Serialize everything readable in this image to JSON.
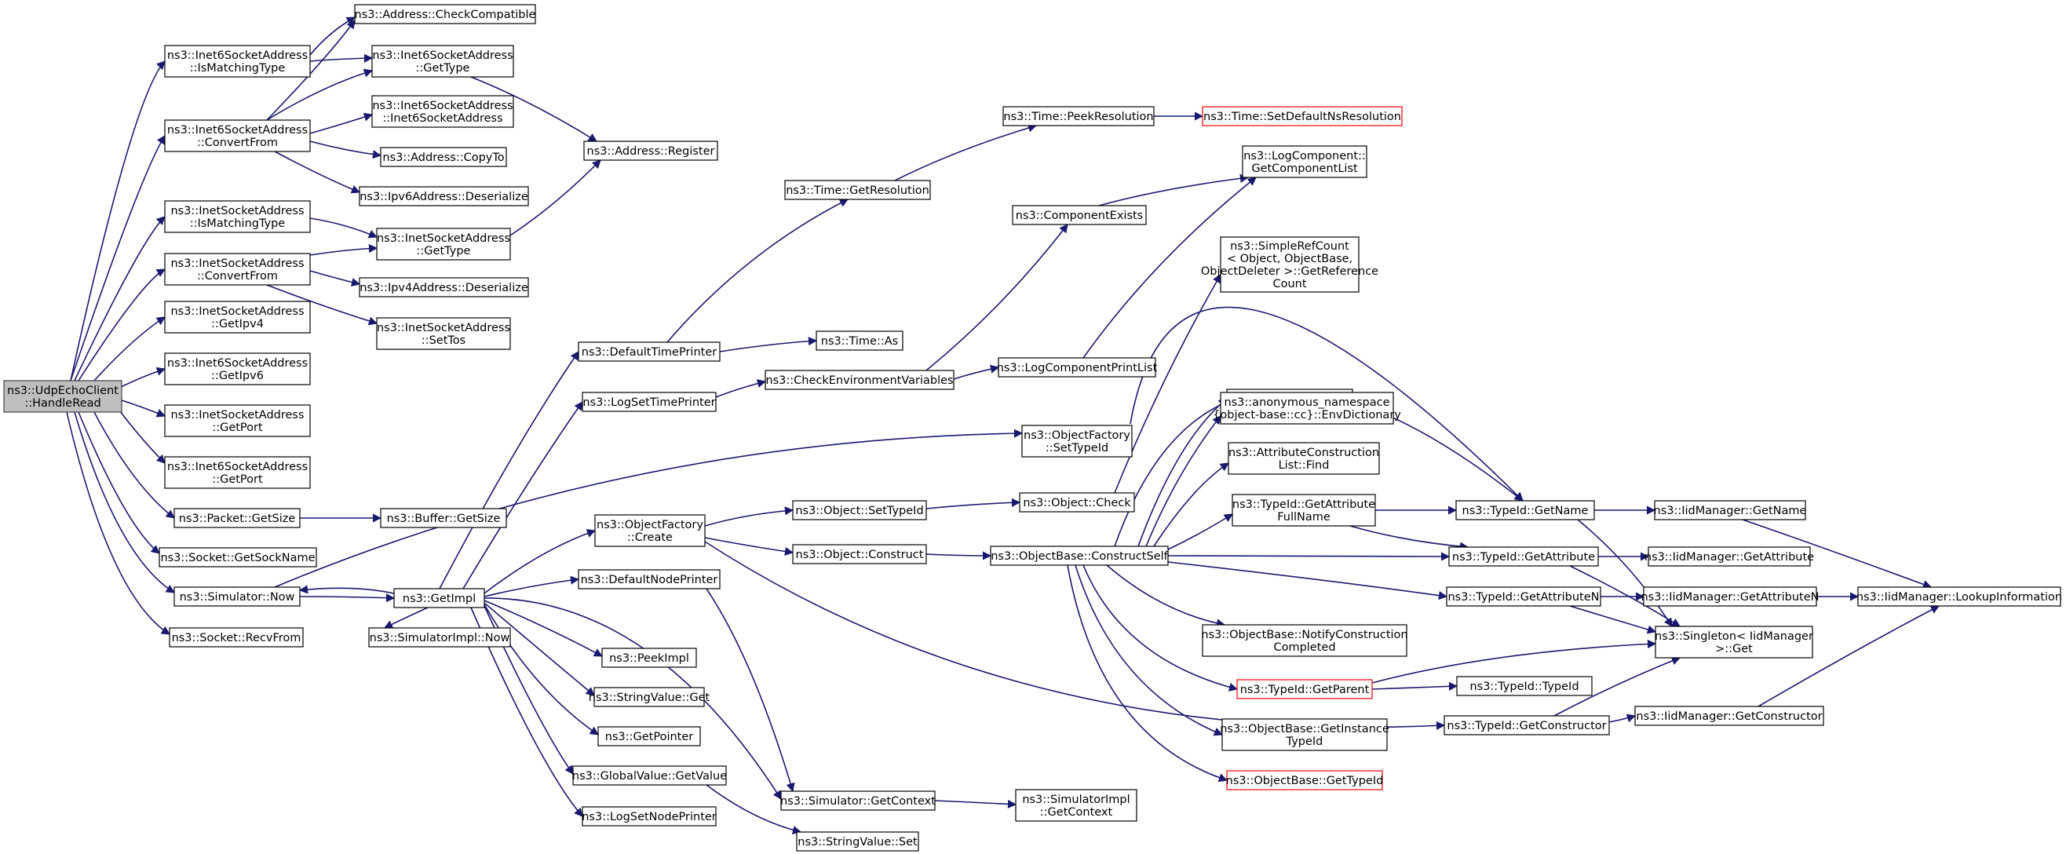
{
  "graph": {
    "title": "",
    "colors": {
      "edge": "#191970",
      "root_fill": "#bfbfbf",
      "truncated_border": "#ff0000"
    },
    "nodes": [
      {
        "id": "root",
        "lines": [
          "ns3::UdpEchoClient",
          "::HandleRead"
        ],
        "style": "root"
      },
      {
        "id": "chkcompat",
        "lines": [
          "ns3::Address::CheckCompatible"
        ]
      },
      {
        "id": "i6ismatch",
        "lines": [
          "ns3::Inet6SocketAddress",
          "::IsMatchingType"
        ]
      },
      {
        "id": "i6gettype",
        "lines": [
          "ns3::Inet6SocketAddress",
          "::GetType"
        ]
      },
      {
        "id": "i6ctor",
        "lines": [
          "ns3::Inet6SocketAddress",
          "::Inet6SocketAddress"
        ]
      },
      {
        "id": "i6convert",
        "lines": [
          "ns3::Inet6SocketAddress",
          "::ConvertFrom"
        ]
      },
      {
        "id": "addrcopyto",
        "lines": [
          "ns3::Address::CopyTo"
        ]
      },
      {
        "id": "addrreg",
        "lines": [
          "ns3::Address::Register"
        ]
      },
      {
        "id": "ipv6deser",
        "lines": [
          "ns3::Ipv6Address::Deserialize"
        ]
      },
      {
        "id": "i4ismatch",
        "lines": [
          "ns3::InetSocketAddress",
          "::IsMatchingType"
        ]
      },
      {
        "id": "i4gettype",
        "lines": [
          "ns3::InetSocketAddress",
          "::GetType"
        ]
      },
      {
        "id": "i4convert",
        "lines": [
          "ns3::InetSocketAddress",
          "::ConvertFrom"
        ]
      },
      {
        "id": "ipv4deser",
        "lines": [
          "ns3::Ipv4Address::Deserialize"
        ]
      },
      {
        "id": "i4getipv4",
        "lines": [
          "ns3::InetSocketAddress",
          "::GetIpv4"
        ]
      },
      {
        "id": "i4settos",
        "lines": [
          "ns3::InetSocketAddress",
          "::SetTos"
        ]
      },
      {
        "id": "i6getipv6",
        "lines": [
          "ns3::Inet6SocketAddress",
          "::GetIpv6"
        ]
      },
      {
        "id": "i4getport",
        "lines": [
          "ns3::InetSocketAddress",
          "::GetPort"
        ]
      },
      {
        "id": "i6getport",
        "lines": [
          "ns3::Inet6SocketAddress",
          "::GetPort"
        ]
      },
      {
        "id": "pktgetsize",
        "lines": [
          "ns3::Packet::GetSize"
        ]
      },
      {
        "id": "bufgetsize",
        "lines": [
          "ns3::Buffer::GetSize"
        ]
      },
      {
        "id": "sockname",
        "lines": [
          "ns3::Socket::GetSockName"
        ]
      },
      {
        "id": "simnow",
        "lines": [
          "ns3::Simulator::Now"
        ]
      },
      {
        "id": "recvfrom",
        "lines": [
          "ns3::Socket::RecvFrom"
        ]
      },
      {
        "id": "defttp",
        "lines": [
          "ns3::DefaultTimePrinter"
        ]
      },
      {
        "id": "logsettp",
        "lines": [
          "ns3::LogSetTimePrinter"
        ]
      },
      {
        "id": "ofcreate",
        "lines": [
          "ns3::ObjectFactory",
          "::Create"
        ]
      },
      {
        "id": "defnp",
        "lines": [
          "ns3::DefaultNodePrinter"
        ]
      },
      {
        "id": "getimpl",
        "lines": [
          "ns3::GetImpl"
        ]
      },
      {
        "id": "simimplnow",
        "lines": [
          "ns3::SimulatorImpl::Now"
        ]
      },
      {
        "id": "peekimpl",
        "lines": [
          "ns3::PeekImpl"
        ]
      },
      {
        "id": "strvalget",
        "lines": [
          "ns3::StringValue::Get"
        ]
      },
      {
        "id": "getpointer",
        "lines": [
          "ns3::GetPointer"
        ]
      },
      {
        "id": "gvgetvalue",
        "lines": [
          "ns3::GlobalValue::GetValue"
        ]
      },
      {
        "id": "logsetnp",
        "lines": [
          "ns3::LogSetNodePrinter"
        ]
      },
      {
        "id": "timegetres",
        "lines": [
          "ns3::Time::GetResolution"
        ]
      },
      {
        "id": "timepeekres",
        "lines": [
          "ns3::Time::PeekResolution"
        ]
      },
      {
        "id": "timesetdef",
        "lines": [
          "ns3::Time::SetDefaultNsResolution"
        ],
        "style": "truncated"
      },
      {
        "id": "timeas",
        "lines": [
          "ns3::Time::As"
        ]
      },
      {
        "id": "chkenv",
        "lines": [
          "ns3::CheckEnvironmentVariables"
        ]
      },
      {
        "id": "compexists",
        "lines": [
          "ns3::ComponentExists"
        ]
      },
      {
        "id": "lcgetlist",
        "lines": [
          "ns3::LogComponent::",
          "GetComponentList"
        ]
      },
      {
        "id": "lcprintlist",
        "lines": [
          "ns3::LogComponentPrintList"
        ]
      },
      {
        "id": "ofsettypeid",
        "lines": [
          "ns3::ObjectFactory",
          "::SetTypeId"
        ]
      },
      {
        "id": "objsettypeid",
        "lines": [
          "ns3::Object::SetTypeId"
        ]
      },
      {
        "id": "objcheck",
        "lines": [
          "ns3::Object::Check"
        ]
      },
      {
        "id": "objconstruct",
        "lines": [
          "ns3::Object::Construct"
        ]
      },
      {
        "id": "obconstructself",
        "lines": [
          "ns3::ObjectBase::ConstructSelf"
        ]
      },
      {
        "id": "simplerefcount",
        "lines": [
          "ns3::SimpleRefCount",
          "< Object, ObjectBase,",
          "ObjectDeleter >::GetReference",
          "Count"
        ]
      },
      {
        "id": "obdoset",
        "lines": [
          "ns3::ObjectBase::DoSet"
        ]
      },
      {
        "id": "anonenvdict",
        "lines": [
          "ns3::anonymous_namespace",
          "{object-base::cc}::EnvDictionary"
        ]
      },
      {
        "id": "attrconstrfind",
        "lines": [
          "ns3::AttributeConstruction",
          "List::Find"
        ]
      },
      {
        "id": "tidgetattrfull",
        "lines": [
          "ns3::TypeId::GetAttribute",
          "FullName"
        ]
      },
      {
        "id": "tidgetname",
        "lines": [
          "ns3::TypeId::GetName"
        ]
      },
      {
        "id": "iidgetname",
        "lines": [
          "ns3::IidManager::GetName"
        ]
      },
      {
        "id": "tidgetattr",
        "lines": [
          "ns3::TypeId::GetAttribute"
        ]
      },
      {
        "id": "iidgetattr",
        "lines": [
          "ns3::IidManager::GetAttribute"
        ]
      },
      {
        "id": "tidgetattrn",
        "lines": [
          "ns3::TypeId::GetAttributeN"
        ]
      },
      {
        "id": "iidgetattrn",
        "lines": [
          "ns3::IidManager::GetAttributeN"
        ]
      },
      {
        "id": "iidlookup",
        "lines": [
          "ns3::IidManager::LookupInformation"
        ]
      },
      {
        "id": "obnotify",
        "lines": [
          "ns3::ObjectBase::NotifyConstruction",
          "Completed"
        ]
      },
      {
        "id": "singletonget",
        "lines": [
          "ns3::Singleton< IidManager",
          ">::Get"
        ]
      },
      {
        "id": "tidgetparent",
        "lines": [
          "ns3::TypeId::GetParent"
        ],
        "style": "truncated"
      },
      {
        "id": "tidtypeid",
        "lines": [
          "ns3::TypeId::TypeId"
        ]
      },
      {
        "id": "tidgetctor",
        "lines": [
          "ns3::TypeId::GetConstructor"
        ]
      },
      {
        "id": "iidgetctor",
        "lines": [
          "ns3::IidManager::GetConstructor"
        ]
      },
      {
        "id": "obgetinst",
        "lines": [
          "ns3::ObjectBase::GetInstance",
          "TypeId"
        ]
      },
      {
        "id": "obgettypeid",
        "lines": [
          "ns3::ObjectBase::GetTypeId"
        ],
        "style": "truncated"
      },
      {
        "id": "simgetctx",
        "lines": [
          "ns3::Simulator::GetContext"
        ]
      },
      {
        "id": "simimplctx",
        "lines": [
          "ns3::SimulatorImpl",
          "::GetContext"
        ]
      },
      {
        "id": "strvalset",
        "lines": [
          "ns3::StringValue::Set"
        ]
      }
    ]
  }
}
